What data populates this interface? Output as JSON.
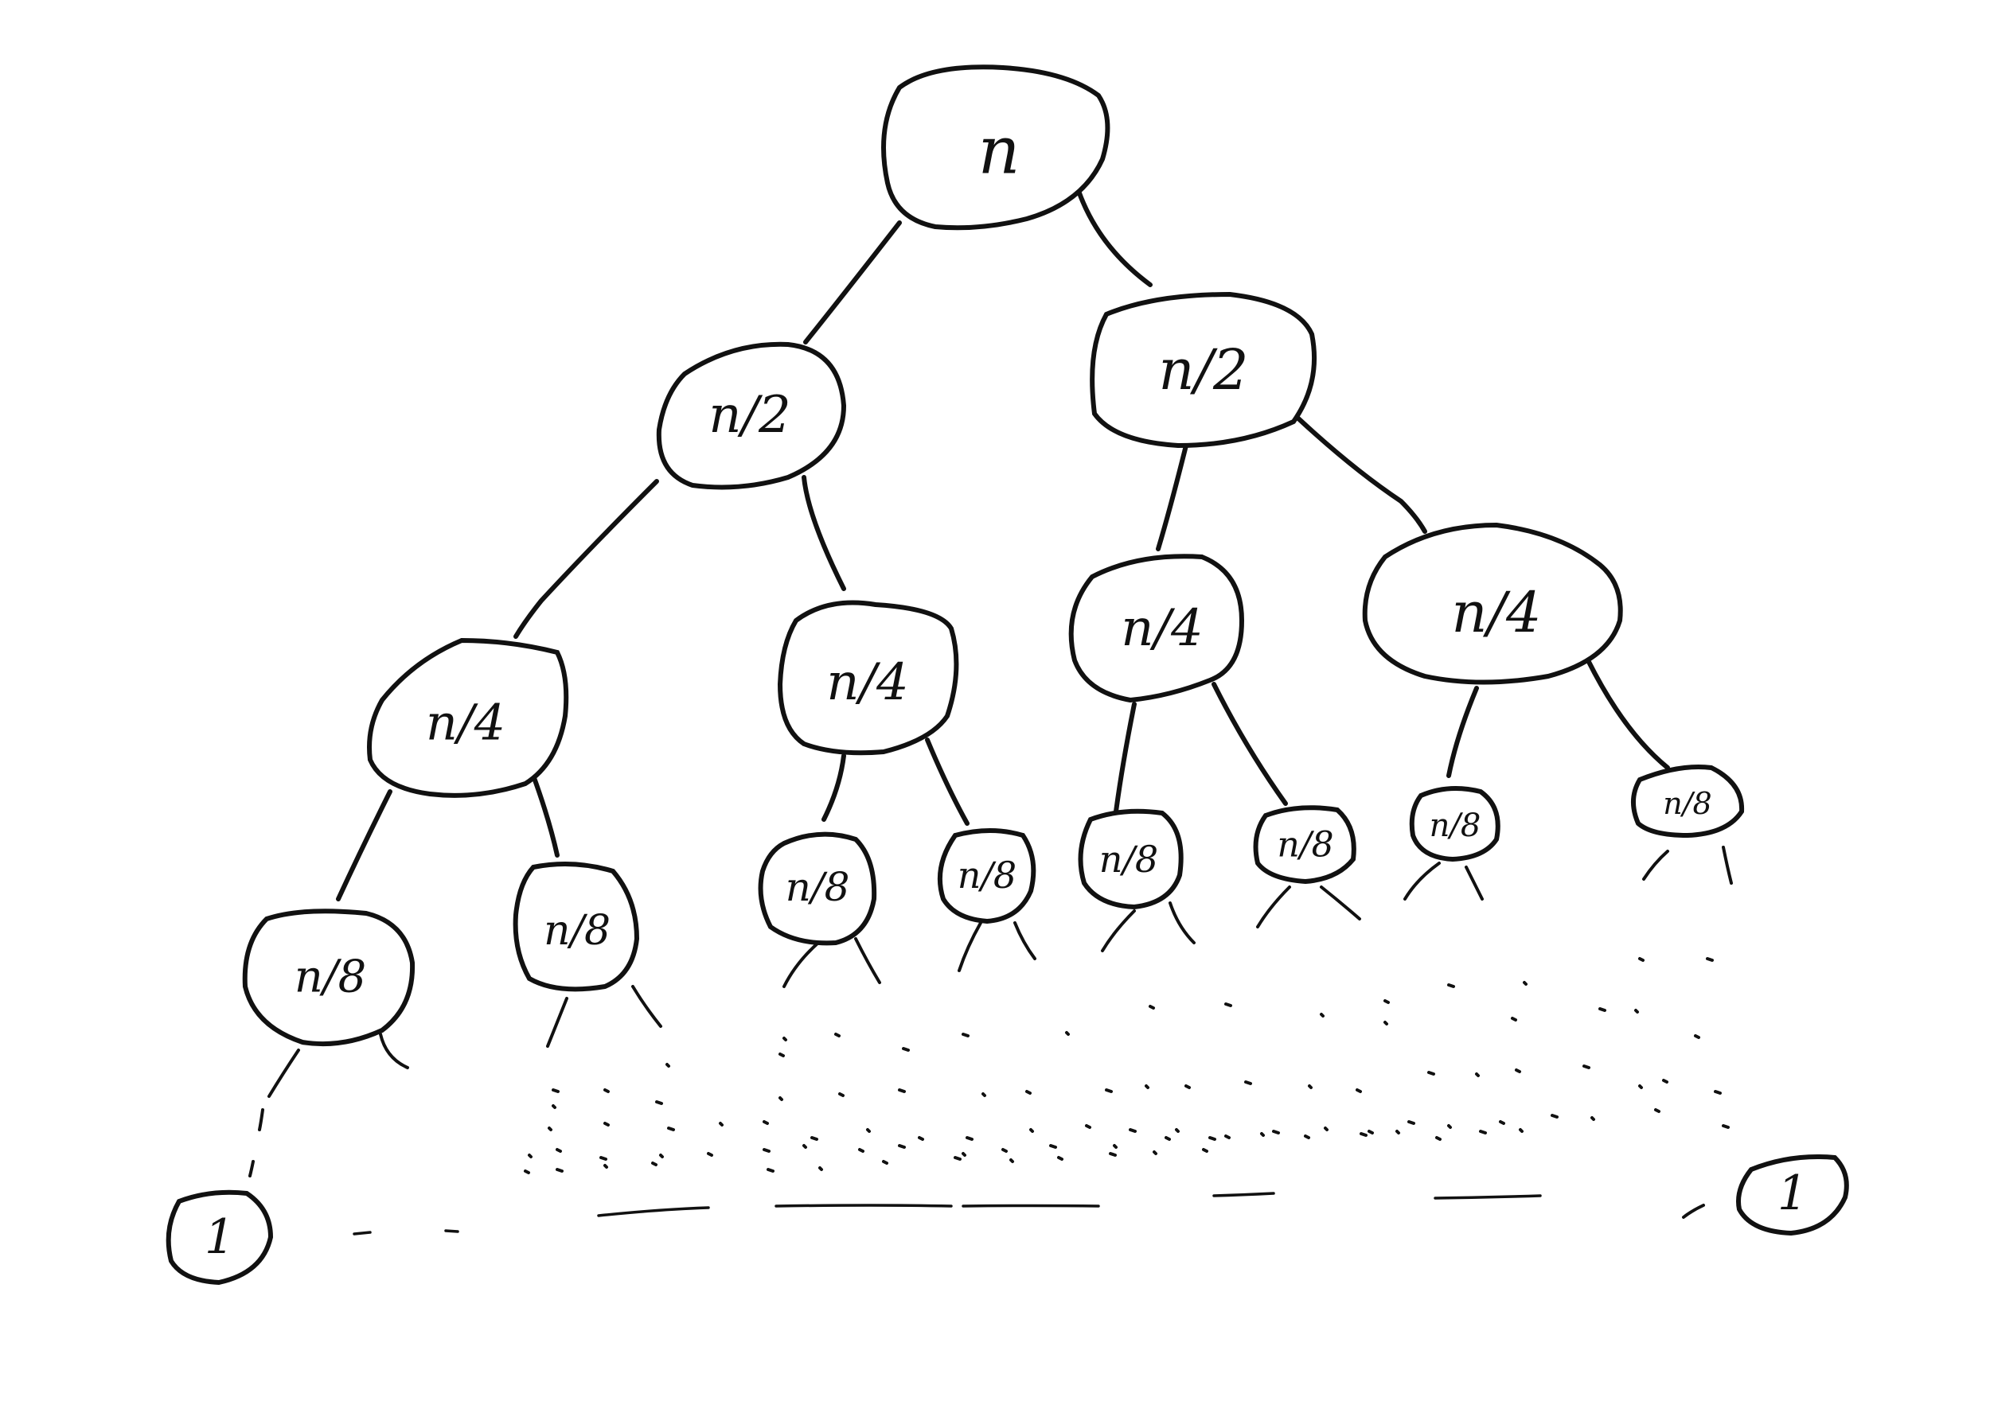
{
  "tree": {
    "root": {
      "label": "n"
    },
    "level1": [
      {
        "label": "n/2"
      },
      {
        "label": "n/2"
      }
    ],
    "level2": [
      {
        "label": "n/4"
      },
      {
        "label": "n/4"
      },
      {
        "label": "n/4"
      },
      {
        "label": "n/4"
      }
    ],
    "level3": [
      {
        "label": "n/8"
      },
      {
        "label": "n/8"
      },
      {
        "label": "n/8"
      },
      {
        "label": "n/8"
      },
      {
        "label": "n/8"
      },
      {
        "label": "n/8"
      },
      {
        "label": "n/8"
      },
      {
        "label": "n/8"
      }
    ],
    "leaves": [
      {
        "label": "1"
      },
      {
        "label": "1"
      }
    ]
  },
  "colors": {
    "ink": "#111111",
    "background": "#ffffff"
  }
}
